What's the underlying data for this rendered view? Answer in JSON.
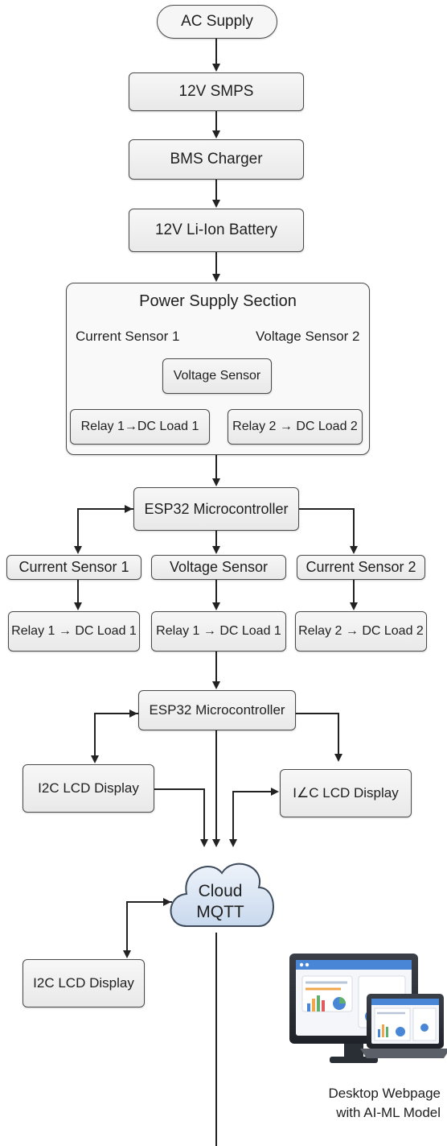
{
  "nodes": {
    "ac_supply": "AC Supply",
    "smps": "12V SMPS",
    "bms_charger": "BMS Charger",
    "battery": "12V Li-Ion Battery",
    "power_section": {
      "title": "Power Supply Section",
      "current_sensor_label": "Current Sensor 1",
      "voltage_sensor2_label": "Voltage Sensor 2",
      "voltage_sensor": "Voltage Sensor",
      "relay1": "Relay 1→DC Load 1",
      "relay2": "Relay 2 → DC Load 2"
    },
    "esp32_1": "ESP32 Microcontroller",
    "current_sensor_1": "Current Sensor 1",
    "voltage_sensor": "Voltage Sensor",
    "current_sensor_2": "Current Sensor 2",
    "relay_left": "Relay 1 → DC Load 1",
    "relay_mid": "Relay 1 → DC Load 1",
    "relay_right": "Relay 2 → DC Load 2",
    "esp32_2": "ESP32 Microcontroller",
    "lcd_left": "I2C LCD Display",
    "lcd_right": "I∠C LCD Display",
    "cloud_line1": "Cloud",
    "cloud_line2": "MQTT",
    "lcd_bottom": "I2C LCD Display",
    "desktop_line1": "Desktop Webpage",
    "desktop_line2": "with AI-ML Model"
  },
  "colors": {
    "cloud_fill": "#dfe9f5",
    "screen_accent": "#4a86d6"
  },
  "icons": [
    "desktop-monitor-icon",
    "laptop-icon",
    "bar-chart-icon",
    "pie-chart-icon",
    "check-icon"
  ]
}
